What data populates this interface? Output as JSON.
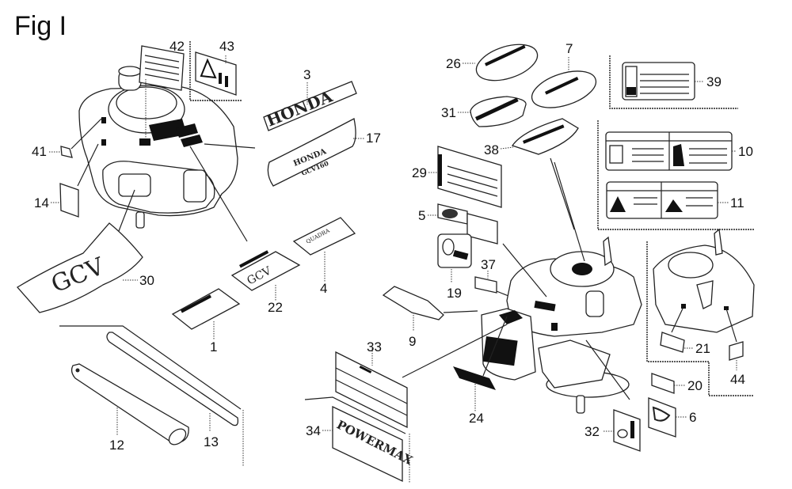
{
  "figure": {
    "title": "Fig I"
  },
  "decal_text": {
    "honda_logo": "HONDA",
    "gcv_logo": "GCV",
    "model_badge": "GCV160",
    "power_badge": "QUADRA",
    "tool_brand": "POWERMAX"
  },
  "callouts": [
    {
      "id": "c41",
      "label": "41"
    },
    {
      "id": "c42",
      "label": "42"
    },
    {
      "id": "c43",
      "label": "43"
    },
    {
      "id": "c3",
      "label": "3"
    },
    {
      "id": "c17",
      "label": "17"
    },
    {
      "id": "c14",
      "label": "14"
    },
    {
      "id": "c30",
      "label": "30"
    },
    {
      "id": "c22",
      "label": "22"
    },
    {
      "id": "c4",
      "label": "4"
    },
    {
      "id": "c1",
      "label": "1"
    },
    {
      "id": "c12",
      "label": "12"
    },
    {
      "id": "c13",
      "label": "13"
    },
    {
      "id": "c26",
      "label": "26"
    },
    {
      "id": "c7",
      "label": "7"
    },
    {
      "id": "c31",
      "label": "31"
    },
    {
      "id": "c38",
      "label": "38"
    },
    {
      "id": "c39",
      "label": "39"
    },
    {
      "id": "c29",
      "label": "29"
    },
    {
      "id": "c10",
      "label": "10"
    },
    {
      "id": "c11",
      "label": "11"
    },
    {
      "id": "c5",
      "label": "5"
    },
    {
      "id": "c37",
      "label": "37"
    },
    {
      "id": "c19",
      "label": "19"
    },
    {
      "id": "c9",
      "label": "9"
    },
    {
      "id": "c33",
      "label": "33"
    },
    {
      "id": "c24",
      "label": "24"
    },
    {
      "id": "c34",
      "label": "34"
    },
    {
      "id": "c21",
      "label": "21"
    },
    {
      "id": "c44",
      "label": "44"
    },
    {
      "id": "c20",
      "label": "20"
    },
    {
      "id": "c6",
      "label": "6"
    },
    {
      "id": "c32",
      "label": "32"
    }
  ]
}
